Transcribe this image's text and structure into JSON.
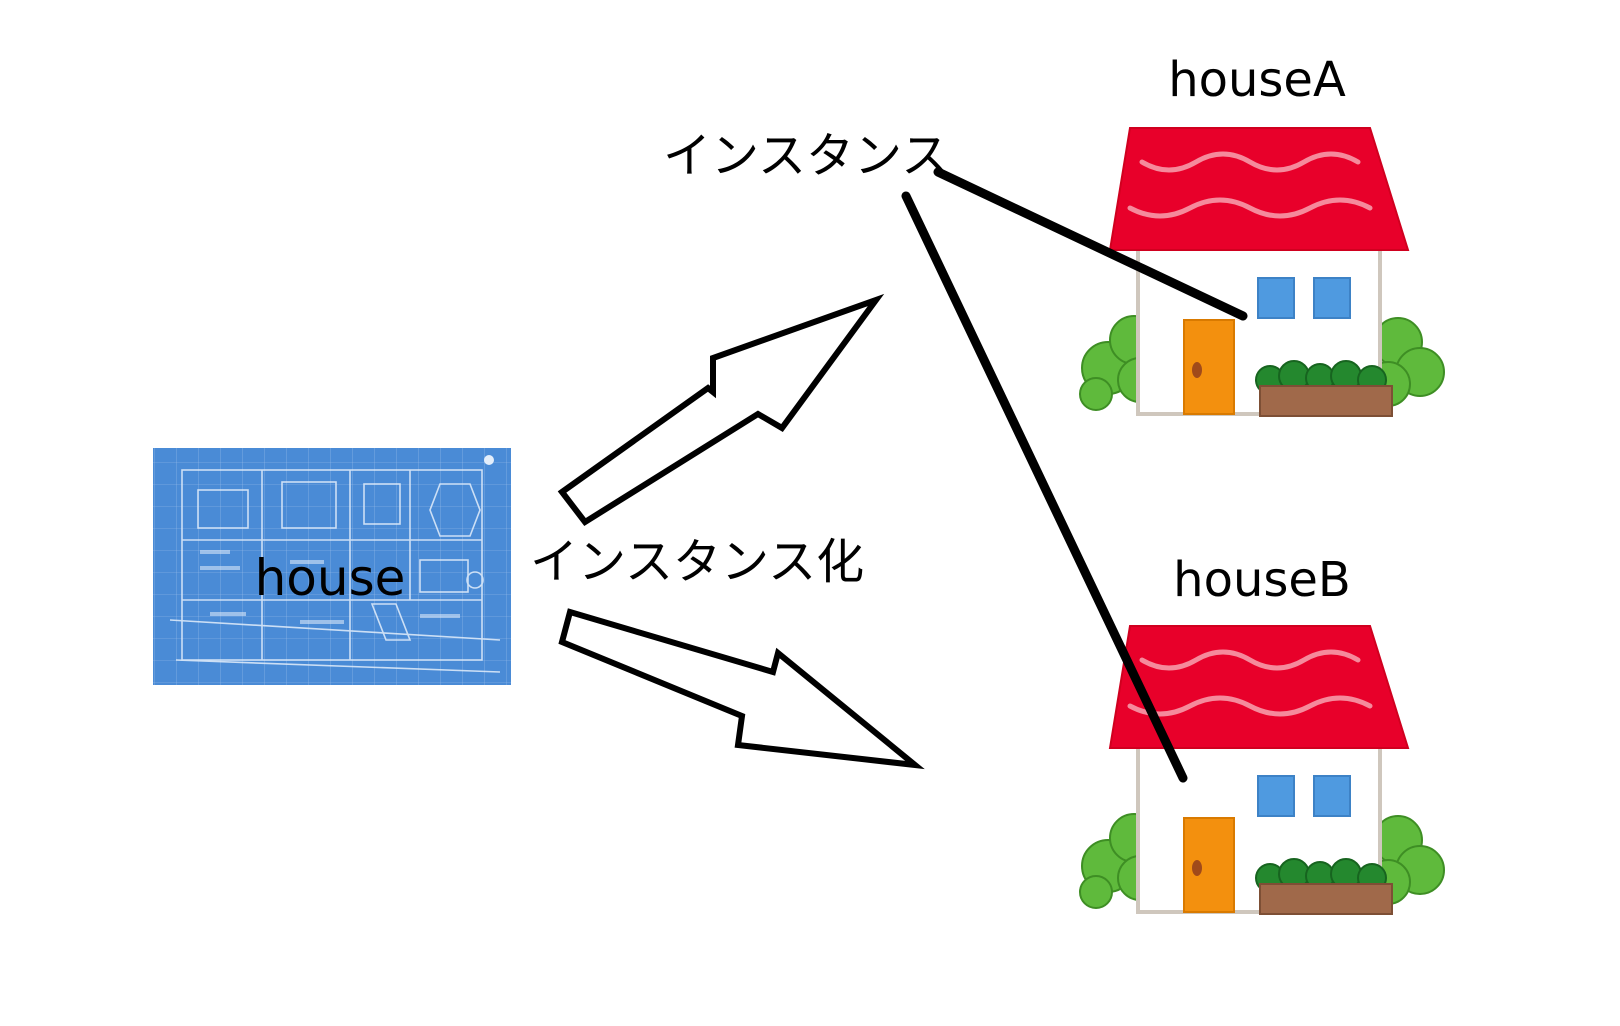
{
  "labels": {
    "class_name": "house",
    "instance_a": "houseA",
    "instance_b": "houseB",
    "instance": "インスタンス",
    "instantiation": "インスタンス化"
  },
  "colors": {
    "blueprint": "#4a8bd6",
    "blueprint_lines": "#cfe1f7",
    "roof": "#e8002a",
    "roof_wave": "#f58a9c",
    "wall": "#ffffff",
    "window": "#4f9ae0",
    "door": "#f3900e",
    "bush": "#5fba3c",
    "hedge": "#24882e",
    "planter": "#a0694a",
    "line": "#000000"
  },
  "icons": {
    "blueprint": "blueprint-icon",
    "house_a": "house-icon",
    "house_b": "house-icon"
  }
}
